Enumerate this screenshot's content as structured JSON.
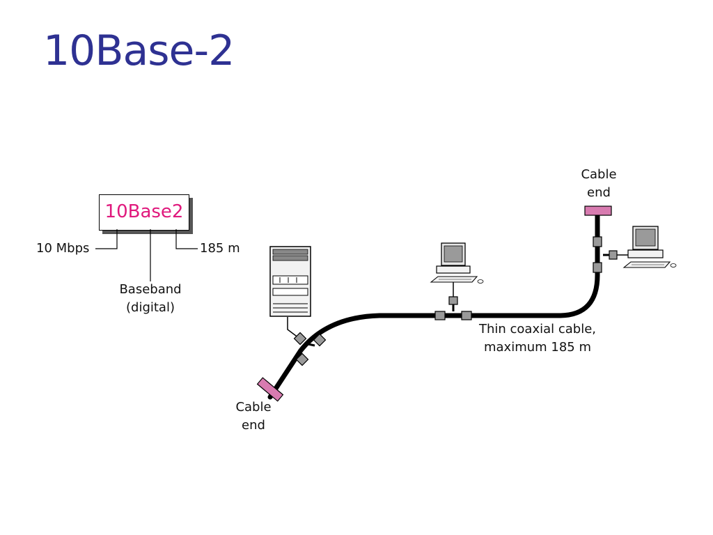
{
  "slide": {
    "title": "10Base-2"
  },
  "legend": {
    "code": "10Base2",
    "rate": "10 Mbps",
    "signal_line1": "Baseband",
    "signal_line2": "(digital)",
    "length": "185 m"
  },
  "labels": {
    "cable_end_line1": "Cable",
    "cable_end_line2": "end",
    "cable_line1": "Thin coaxial cable,",
    "cable_line2": "maximum 185 m"
  },
  "colors": {
    "title": "#2e3192",
    "code": "#e0197d",
    "terminator": "#d87bb0",
    "connector": "#8c8c8c"
  },
  "icons": [
    "server-icon",
    "computer-icon",
    "t-connector-icon",
    "terminator-icon"
  ]
}
